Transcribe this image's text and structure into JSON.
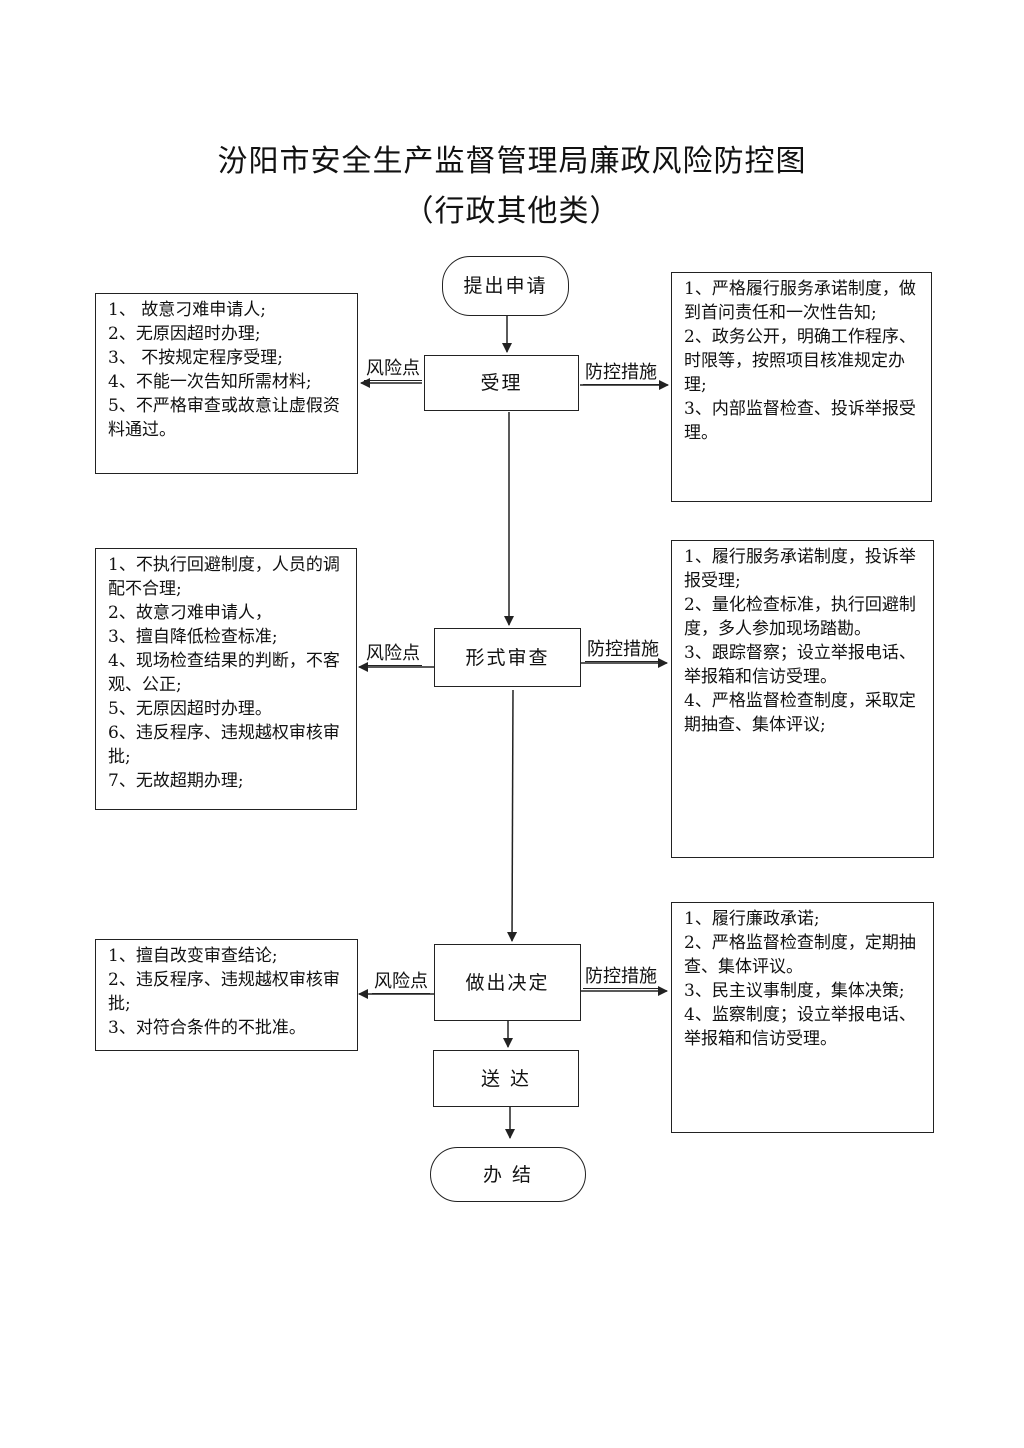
{
  "title": "汾阳市安全生产监督管理局廉政风险防控图",
  "subtitle": "（行政其他类）",
  "flow": {
    "start": "提出申请",
    "step1": "受理",
    "step2": "形式审查",
    "step3": "做出决定",
    "step4": "送 达",
    "end": "办   结"
  },
  "labels": {
    "risk": "风险点",
    "control": "防控措施"
  },
  "risks": {
    "step1": [
      "1、  故意刁难申请人;",
      "2、无原因超时办理;",
      "3、  不按规定程序受理;",
      "4、不能一次告知所需材料;",
      "5、不严格审查或故意让虚假资料通过。"
    ],
    "step2": [
      "1、不执行回避制度，人员的调配不合理;",
      "2、故意刁难申请人，",
      "3、擅自降低检查标准;",
      "4、现场检查结果的判断，不客观、公正;",
      "5、无原因超时办理。",
      "6、违反程序、违规越权审核审批;",
      "7、无故超期办理;"
    ],
    "step3": [
      "1、擅自改变审查结论;",
      "2、违反程序、违规越权审核审批;",
      "3、对符合条件的不批准。"
    ]
  },
  "controls": {
    "step1": [
      "1、严格履行服务承诺制度，做到首问责任和一次性告知;",
      "2、政务公开，明确工作程序、时限等，按照项目核准规定办理;",
      "3、内部监督检查、投诉举报受理。"
    ],
    "step2": [
      "1、履行服务承诺制度，投诉举报受理;",
      "2、量化检查标准，执行回避制度，多人参加现场踏勘。",
      "3、跟踪督察；设立举报电话、举报箱和信访受理。",
      "4、严格监督检查制度，采取定期抽查、集体评议;"
    ],
    "step3": [
      "1、履行廉政承诺;",
      "2、严格监督检查制度，定期抽查、集体评议。",
      "3、民主议事制度，集体决策;",
      "4、监察制度；设立举报电话、举报箱和信访受理。"
    ]
  }
}
